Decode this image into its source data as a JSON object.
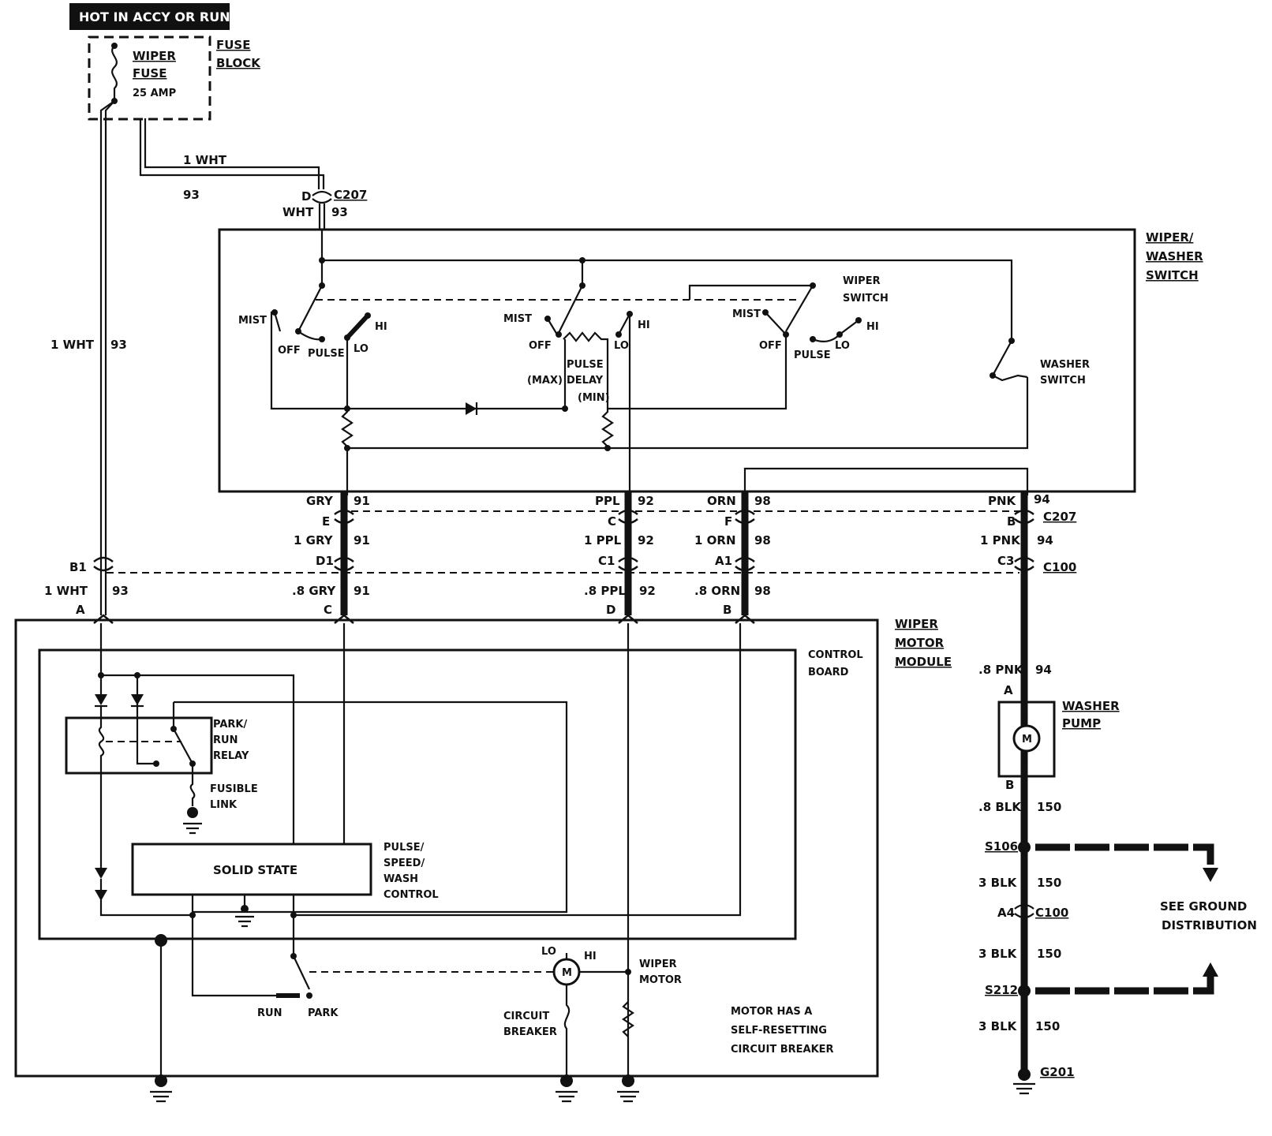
{
  "header": {
    "power_label": "HOT IN ACCY OR RUN"
  },
  "fuse_block": {
    "label_line1": "FUSE",
    "label_line2": "BLOCK",
    "fuse_line1": "WIPER",
    "fuse_line2": "FUSE",
    "rating": "25 AMP"
  },
  "feed": {
    "wire_upper": "1 WHT",
    "circuit_upper": "93",
    "wire_left": "1 WHT",
    "circuit_left": "93",
    "connector_pin": "D",
    "connector": "C207",
    "wire_short": "WHT",
    "circuit_short": "93"
  },
  "switch_assembly": {
    "title_line1": "WIPER/",
    "title_line2": "WASHER",
    "title_line3": "SWITCH",
    "wiper_switch_line1": "WIPER",
    "wiper_switch_line2": "SWITCH",
    "washer_switch_line1": "WASHER",
    "washer_switch_line2": "SWITCH",
    "deck1": {
      "mist": "MIST",
      "off": "OFF",
      "pulse": "PULSE",
      "lo": "LO",
      "hi": "HI"
    },
    "deck2": {
      "mist": "MIST",
      "off": "OFF",
      "pulse": "PULSE",
      "delay": "DELAY",
      "max": "(MAX)",
      "min": "(MIN)",
      "lo": "LO",
      "hi": "HI"
    },
    "deck3": {
      "mist": "MIST",
      "off": "OFF",
      "pulse": "PULSE",
      "lo": "LO",
      "hi": "HI"
    }
  },
  "harness": {
    "c207_label": "C207",
    "c100_label": "C100",
    "wires": [
      {
        "color": "GRY",
        "circuit": "91",
        "pin_c207": "E",
        "mid_wire": "1 GRY",
        "pin_c100": "D1",
        "low_wire": ".8 GRY",
        "pin_module": "C"
      },
      {
        "color": "PPL",
        "circuit": "92",
        "pin_c207": "C",
        "mid_wire": "1 PPL",
        "pin_c100": "C1",
        "low_wire": ".8 PPL",
        "pin_module": "D"
      },
      {
        "color": "ORN",
        "circuit": "98",
        "pin_c207": "F",
        "mid_wire": "1 ORN",
        "pin_c100": "A1",
        "low_wire": ".8 ORN",
        "pin_module": "B"
      },
      {
        "color": "PNK",
        "circuit": "94",
        "pin_c207": "B",
        "mid_wire": "1 PNK",
        "pin_c100": "C3"
      }
    ],
    "feed_pin_c100": "B1",
    "feed_low_wire": "1 WHT",
    "feed_low_circuit": "93",
    "feed_pin_module": "A"
  },
  "motor_module": {
    "title_line1": "WIPER",
    "title_line2": "MOTOR",
    "title_line3": "MODULE",
    "control_board_line1": "CONTROL",
    "control_board_line2": "BOARD",
    "relay_line1": "PARK/",
    "relay_line2": "RUN",
    "relay_line3": "RELAY",
    "fusible_line1": "FUSIBLE",
    "fusible_line2": "LINK",
    "solid_state": "SOLID STATE",
    "control_line1": "PULSE/",
    "control_line2": "SPEED/",
    "control_line3": "WASH",
    "control_line4": "CONTROL",
    "run": "RUN",
    "park": "PARK",
    "motor_lo": "LO",
    "motor_hi": "HI",
    "motor_symbol": "M",
    "motor_line1": "WIPER",
    "motor_line2": "MOTOR",
    "breaker_line1": "CIRCUIT",
    "breaker_line2": "BREAKER",
    "note_line1": "MOTOR HAS A",
    "note_line2": "SELF-RESETTING",
    "note_line3": "CIRCUIT BREAKER"
  },
  "washer": {
    "wire_top": ".8 PNK",
    "circuit_top": "94",
    "pin_a": "A",
    "pump_line1": "WASHER",
    "pump_line2": "PUMP",
    "pump_symbol": "M",
    "pin_b": "B",
    "wire_b": ".8 BLK",
    "circuit_b": "150",
    "splice1": "S106",
    "wire_s1": "3 BLK",
    "circuit_s1": "150",
    "pin_c100": "A4",
    "c100": "C100",
    "wire_s2": "3 BLK",
    "circuit_s2": "150",
    "splice2": "S212",
    "wire_g": "3 BLK",
    "circuit_g": "150",
    "ground": "G201",
    "see_line1": "SEE GROUND",
    "see_line2": "DISTRIBUTION"
  }
}
